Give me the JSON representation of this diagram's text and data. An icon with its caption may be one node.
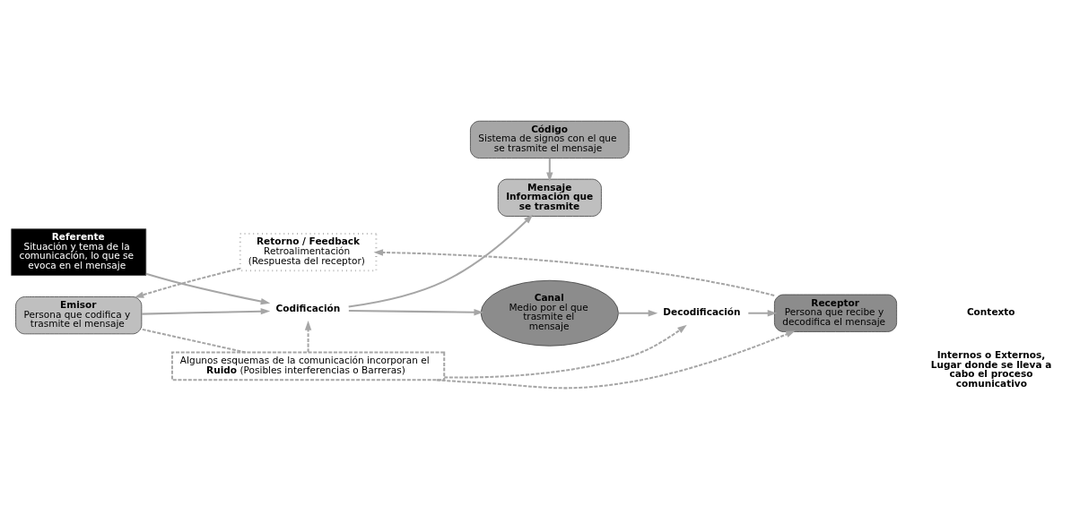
{
  "diagram": {
    "nodes": [
      {
        "text": [
          "Retorno / Feedback",
          "Retroalimentación (Respuesta del receptor)"
        ]
      },
      {
        "text": [
          "Referente",
          "Situación y tema de la comunicación, lo que se evoca en el mensaje"
        ]
      },
      {
        "text": [
          "Canal",
          "Medio por el que trasmite el mensaje"
        ]
      },
      {
        "text": [
          "Emisor",
          "Persona que codifica y trasmite el mensaje"
        ]
      },
      {
        "text": [
          "Codificación"
        ]
      },
      {
        "text": [
          "Mensaje",
          "Información que se trasmite"
        ]
      },
      {
        "text": [
          "Decodificación"
        ]
      },
      {
        "text": [
          "Receptor",
          "Persona que recibe y decodifica el mensaje"
        ]
      },
      {
        "text": [
          "Código",
          "Sistema de signos con el que se trasmite el mensaje"
        ]
      },
      {
        "text": [
          "Algunos esquemas de la comunicación incorporan el **Ruido** (Posibles interferencias o Barreras)"
        ]
      }
    ],
    "edges": [
      {
        "from": 0,
        "to": 3,
        "arrow": "to",
        "style": "dashed"
      },
      {
        "from": 7,
        "to": 0,
        "arrow": "to",
        "style": "dashed"
      },
      {
        "from": 3,
        "to": 4,
        "arrow": "to"
      },
      {
        "from": 1,
        "to": 4,
        "arrow": "to"
      },
      {
        "from": 4,
        "to": 2,
        "arrow": "to"
      },
      {
        "from": 4,
        "to": 5,
        "arrow": "to"
      },
      {
        "from": 2,
        "to": 6,
        "arrow": "to"
      },
      {
        "from": 6,
        "to": 7,
        "arrow": "to"
      },
      {
        "from": 8,
        "to": 5,
        "arrow": "to"
      },
      {
        "from": 9,
        "to": 3,
        "arrow": "none",
        "style": "dashed"
      },
      {
        "from": 9,
        "to": 4,
        "arrow": "to",
        "style": "dashed"
      },
      {
        "from": 9,
        "to": 6,
        "arrow": "to",
        "style": "dashed"
      },
      {
        "from": 9,
        "to": 7,
        "arrow": "to",
        "style": "dashed"
      }
    ],
    "labels": [
      "Contexto",
      "Internos o Externos, Lugar donde se lleva a cabo el proceso comunicativo"
    ]
  }
}
